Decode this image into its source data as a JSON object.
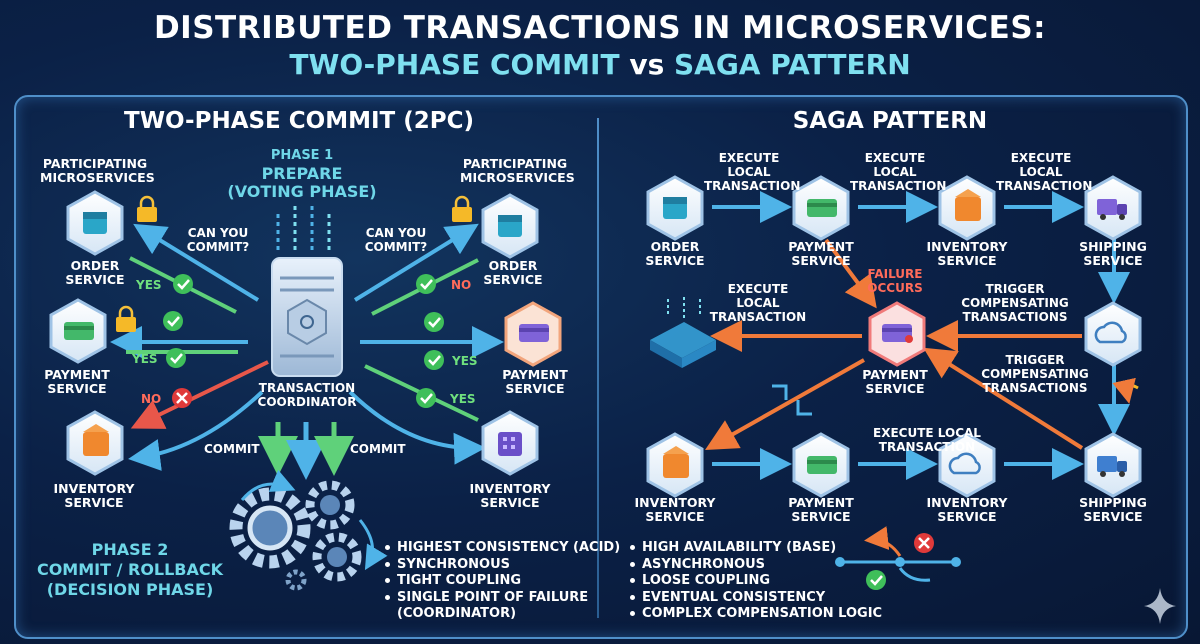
{
  "title": {
    "line1": "DISTRIBUTED TRANSACTIONS IN MICROSERVICES:",
    "line2_a": "TWO-PHASE COMMIT",
    "line2_vs": "vs",
    "line2_b": "SAGA PATTERN"
  },
  "left": {
    "heading": "TWO-PHASE COMMIT (2PC)",
    "participants_label": "PARTICIPATING MICROSERVICES",
    "phase1": {
      "line1": "PHASE 1",
      "line2": "PREPARE",
      "line3": "(VOTING PHASE)"
    },
    "can_you_commit": "CAN YOU COMMIT?",
    "coordinator": "TRANSACTION COORDINATOR",
    "services": {
      "order_left": "ORDER SERVICE",
      "payment_left": "PAYMENT SERVICE",
      "inventory_left": "INVENTORY SERVICE",
      "order_right": "ORDER SERVICE",
      "payment_right": "PAYMENT SERVICE",
      "inventory_right": "INVENTORY SERVICE"
    },
    "votes": {
      "yes": "YES",
      "no": "NO"
    },
    "commit": "COMMIT",
    "phase2": {
      "line1": "PHASE 2",
      "line2": "COMMIT / ROLLBACK",
      "line3": "(DECISION PHASE)"
    },
    "bullets": [
      "HIGHEST CONSISTENCY (ACID)",
      "SYNCHRONOUS",
      "TIGHT COUPLING",
      "SINGLE POINT OF FAILURE",
      "(COORDINATOR)"
    ]
  },
  "right": {
    "heading": "SAGA PATTERN",
    "execute_local_transaction": "EXECUTE LOCAL TRANSACTION",
    "top_services": [
      "ORDER SERVICE",
      "PAYMENT SERVICE",
      "INVENTORY SERVICE",
      "SHIPPING SERVICE"
    ],
    "failure": "FAILURE OCCURS",
    "trigger_compensating": "TRIGGER COMPENSATING TRANSACTIONS",
    "middle_service": "PAYMENT SERVICE",
    "bottom_services": [
      "INVENTORY SERVICE",
      "PAYMENT SERVICE",
      "INVENTORY SERVICE",
      "SHIPPING SERVICE"
    ],
    "execute_local_transaction_bottom": "EXECUTE LOCAL TRANSACTION",
    "bullets": [
      "HIGH AVAILABILITY (BASE)",
      "ASYNCHRONOUS",
      "LOOSE COUPLING",
      "EVENTUAL CONSISTENCY",
      "COMPLEX COMPENSATION LOGIC"
    ]
  },
  "colors": {
    "background": "#0b2147",
    "accent_cyan": "#7fe0f0",
    "arrow_blue": "#4fb3e8",
    "arrow_green": "#5fd17a",
    "arrow_orange": "#f07a3a",
    "check_green": "#3fbf5a",
    "cross_red": "#e03a3a"
  }
}
